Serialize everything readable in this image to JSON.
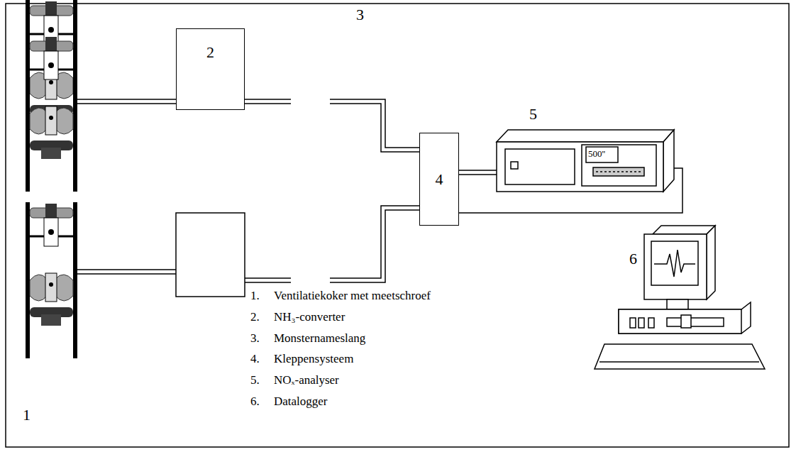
{
  "diagram": {
    "nodes": [
      {
        "text": [
          "2"
        ]
      },
      {
        "text": [
          "4"
        ]
      }
    ],
    "edges": [
      {
        "from": 0,
        "to": 1,
        "arrow": "none"
      }
    ],
    "labels": [
      "3",
      "5",
      "500''",
      "6",
      "1",
      "1.",
      "Ventilatiekoker met meetschroef",
      "2.",
      "NH₃-converter",
      "3.",
      "Monsternameslang",
      "4.",
      "Kleppensysteem",
      "5.",
      "NOₓ-analyser",
      "6.",
      "Datalogger"
    ]
  }
}
